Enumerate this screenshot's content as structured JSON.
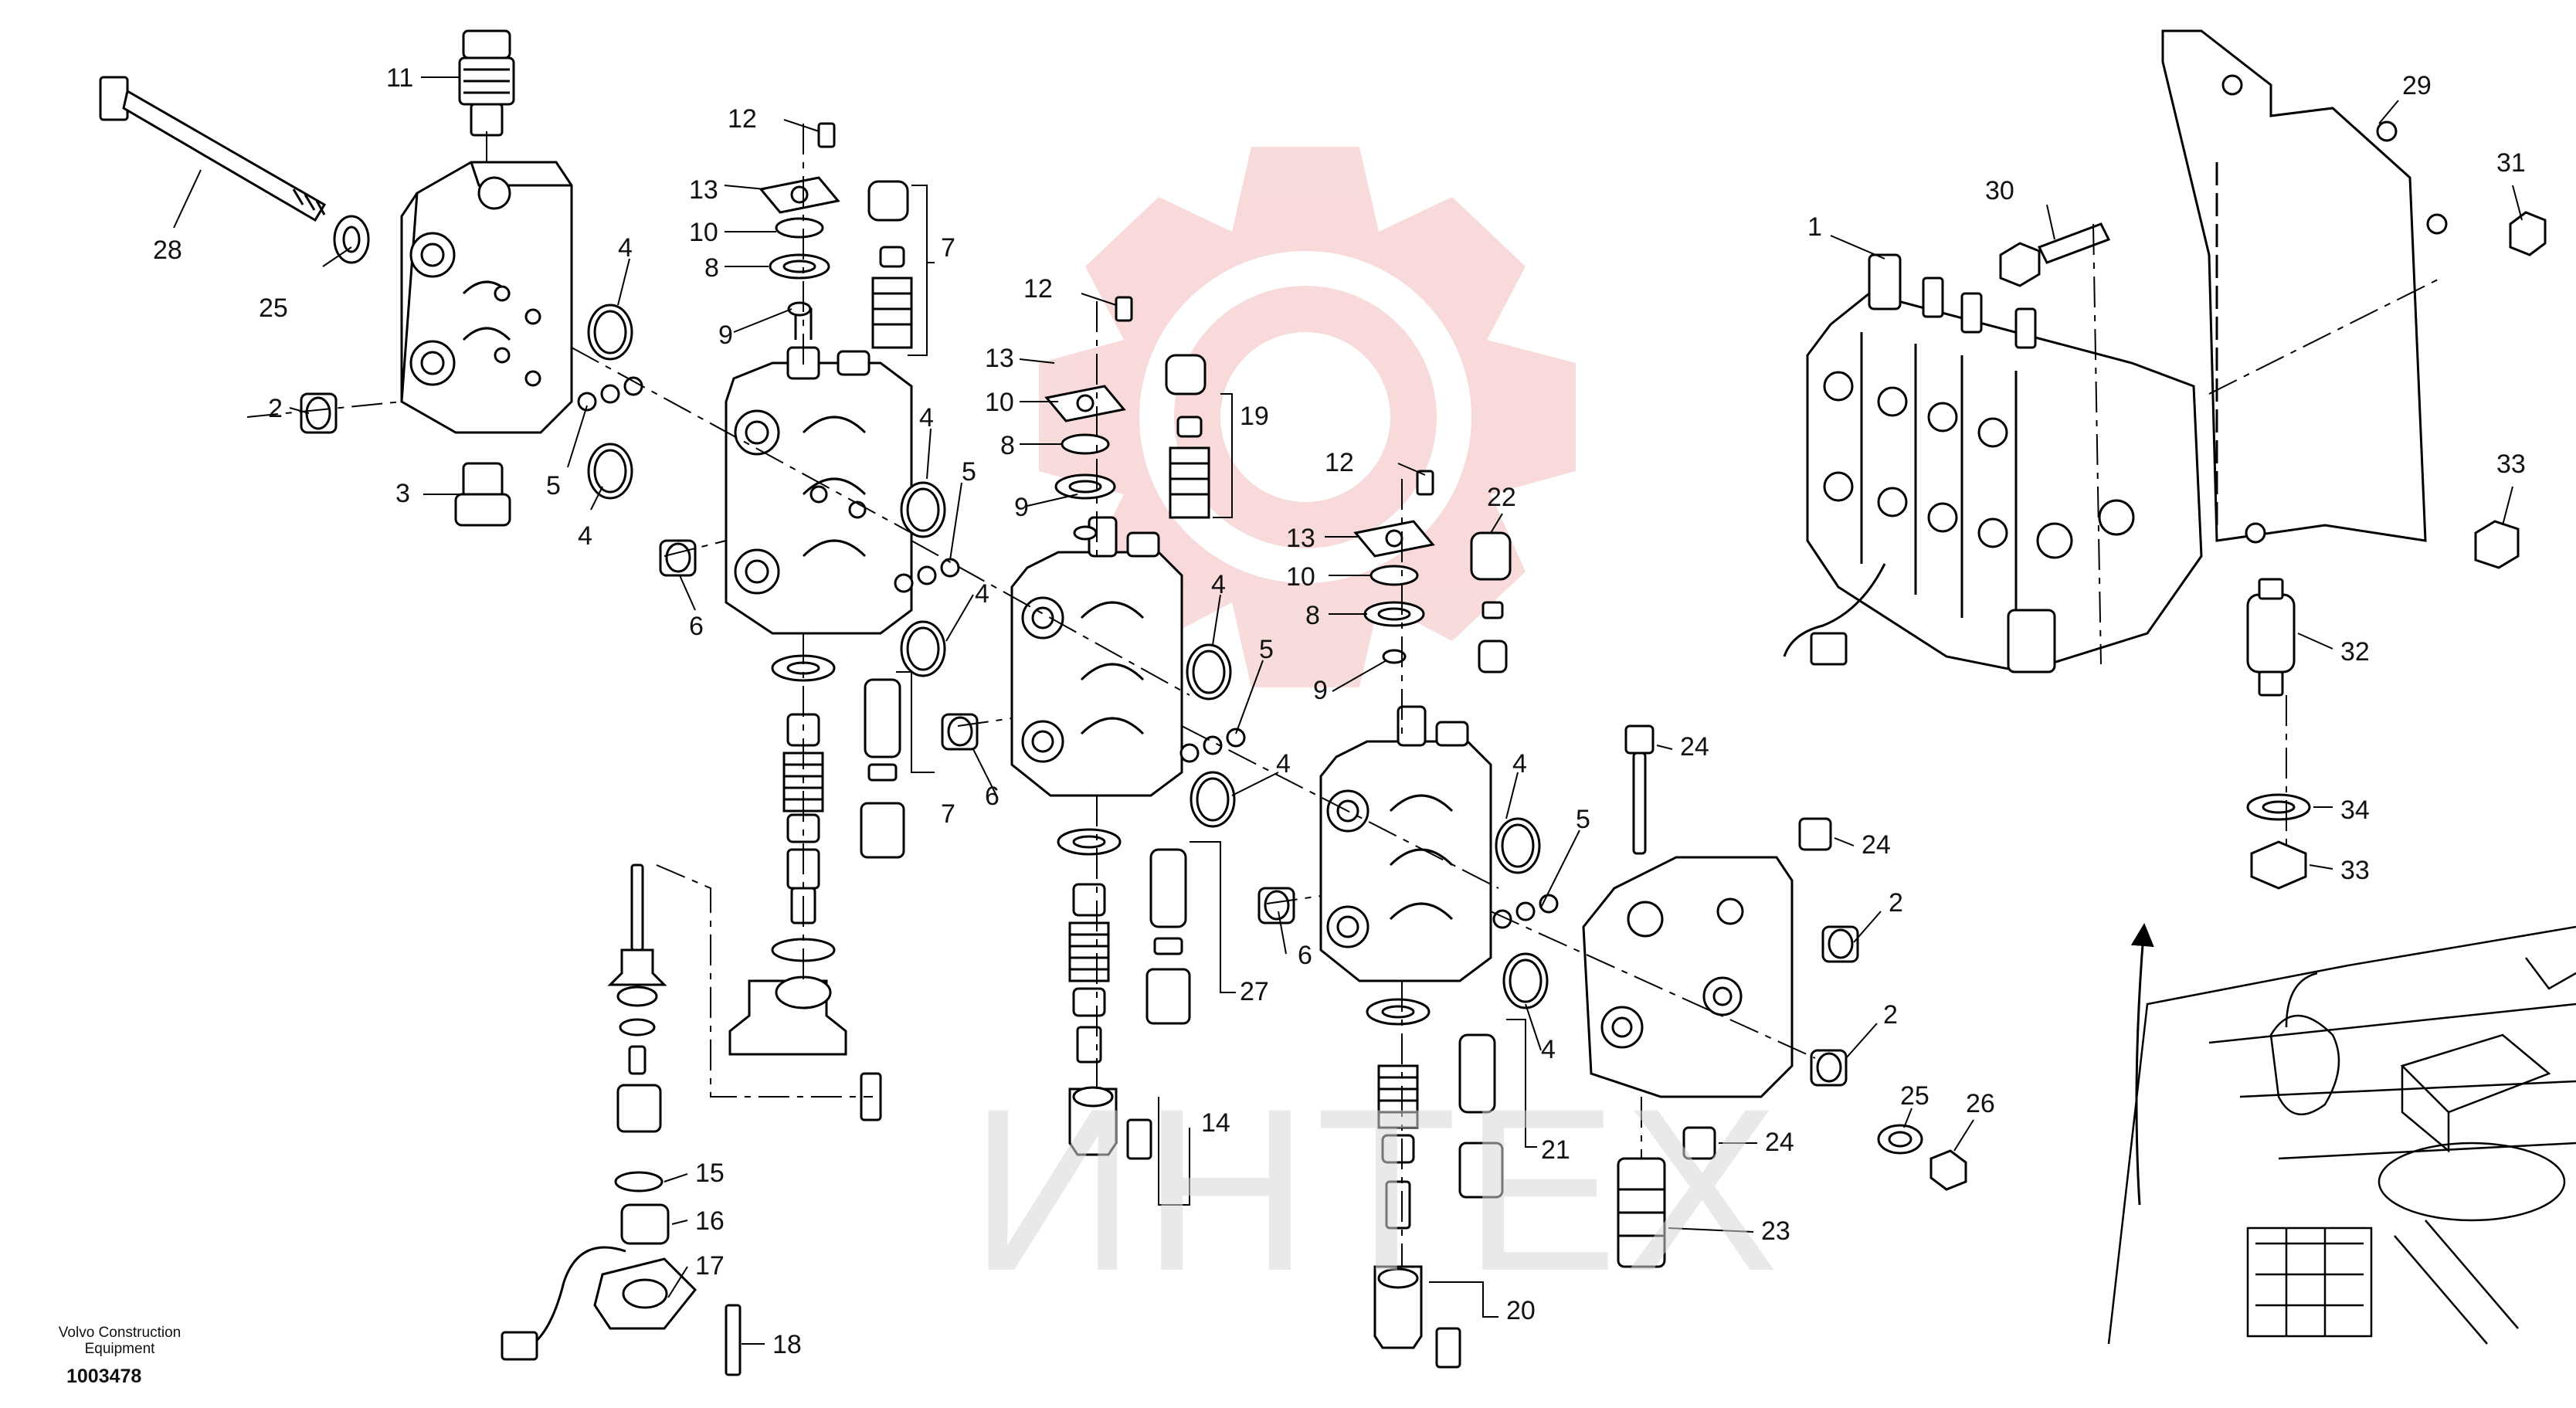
{
  "credit": {
    "line1": "Volvo Construction",
    "line2": "Equipment",
    "drawing_number": "1003478"
  },
  "watermark": {
    "text": "ИНТЕХ",
    "logo": "gear-logo-watermark",
    "color": "#f2b7b7"
  },
  "callouts": [
    {
      "id": "c11",
      "label": "11"
    },
    {
      "id": "c28",
      "label": "28"
    },
    {
      "id": "c25a",
      "label": "25"
    },
    {
      "id": "c2a",
      "label": "2"
    },
    {
      "id": "c3",
      "label": "3"
    },
    {
      "id": "c4a",
      "label": "4"
    },
    {
      "id": "c5a",
      "label": "5"
    },
    {
      "id": "c4b",
      "label": "4"
    },
    {
      "id": "c6a",
      "label": "6"
    },
    {
      "id": "c12a",
      "label": "12"
    },
    {
      "id": "c13a",
      "label": "13"
    },
    {
      "id": "c10a",
      "label": "10"
    },
    {
      "id": "c8a",
      "label": "8"
    },
    {
      "id": "c9a",
      "label": "9"
    },
    {
      "id": "c7a",
      "label": "7"
    },
    {
      "id": "c4c",
      "label": "4"
    },
    {
      "id": "c5b",
      "label": "5"
    },
    {
      "id": "c4d",
      "label": "4"
    },
    {
      "id": "c7b",
      "label": "7"
    },
    {
      "id": "c12b",
      "label": "12"
    },
    {
      "id": "c13b",
      "label": "13"
    },
    {
      "id": "c10b",
      "label": "10"
    },
    {
      "id": "c8b",
      "label": "8"
    },
    {
      "id": "c9b",
      "label": "9"
    },
    {
      "id": "c19",
      "label": "19"
    },
    {
      "id": "c6b",
      "label": "6"
    },
    {
      "id": "c4e",
      "label": "4"
    },
    {
      "id": "c5c",
      "label": "5"
    },
    {
      "id": "c4f",
      "label": "4"
    },
    {
      "id": "c27",
      "label": "27"
    },
    {
      "id": "c14",
      "label": "14"
    },
    {
      "id": "c15",
      "label": "15"
    },
    {
      "id": "c16",
      "label": "16"
    },
    {
      "id": "c17",
      "label": "17"
    },
    {
      "id": "c18",
      "label": "18"
    },
    {
      "id": "c12c",
      "label": "12"
    },
    {
      "id": "c13c",
      "label": "13"
    },
    {
      "id": "c10c",
      "label": "10"
    },
    {
      "id": "c8c",
      "label": "8"
    },
    {
      "id": "c9c",
      "label": "9"
    },
    {
      "id": "c22",
      "label": "22"
    },
    {
      "id": "c4g",
      "label": "4"
    },
    {
      "id": "c5d",
      "label": "5"
    },
    {
      "id": "c6c",
      "label": "6"
    },
    {
      "id": "c4h",
      "label": "4"
    },
    {
      "id": "c21",
      "label": "21"
    },
    {
      "id": "c20",
      "label": "20"
    },
    {
      "id": "c24a",
      "label": "24"
    },
    {
      "id": "c24b",
      "label": "24"
    },
    {
      "id": "c2b",
      "label": "2"
    },
    {
      "id": "c2c",
      "label": "2"
    },
    {
      "id": "c25b",
      "label": "25"
    },
    {
      "id": "c26",
      "label": "26"
    },
    {
      "id": "c24c",
      "label": "24"
    },
    {
      "id": "c23",
      "label": "23"
    },
    {
      "id": "c1",
      "label": "1"
    },
    {
      "id": "c30",
      "label": "30"
    },
    {
      "id": "c29",
      "label": "29"
    },
    {
      "id": "c31",
      "label": "31"
    },
    {
      "id": "c33a",
      "label": "33"
    },
    {
      "id": "c32",
      "label": "32"
    },
    {
      "id": "c34",
      "label": "34"
    },
    {
      "id": "c33b",
      "label": "33"
    }
  ]
}
